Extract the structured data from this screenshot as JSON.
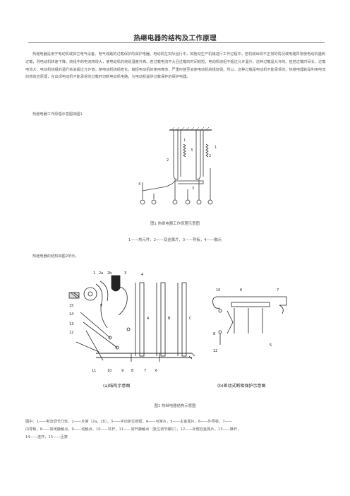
{
  "doc": {
    "title": "热继电器的结构及工作原理",
    "intro": "热继电器是用于电动机或其它电气设备、电气线路的过载保护的保护电器。电动机在实际运行中，如拖动生产机械进行工作过程中，若机械出现不正常的情况或电路异常使电动机遇到过载，则电动机转速下降、绕组中的电流将增大，使电动机的绕组温度升高。若过载电流不大且过载的时间较短，电动机绕组不超过允许温升，这种过载是允许的。但若过载时间长，过载电流大，电动机绕组的温升就会超过允许值，使电动机绕组老化，缩短电动机的使用寿命，严重时甚至会使电动机绕组烧毁。所以，这种过载是电动机不能承受的。热继电器就是利用电流的热效应原理，在出现电动机不能承受的过载时切断电动机电路，为电动机提供过载保护的保护电器。",
    "fig1_intro": "热继电器工作原理示意图如图1",
    "fig1_caption": "图1  热继电器工作原理示意图",
    "fig1_legend": "1——热元件，2——双金属片，3——导板，4——触点",
    "fig2_intro": "热继电器的结构如图2所示。",
    "fig2_caption": "图1  热继电器结构示意图",
    "fig2_legend_line1": "图中：1——电流调节凸轮，2——片簧（2a，2b），3——手动复位按钮，4——弓簧片，5——主金属片，6——外导板，7——",
    "fig2_legend_line2": "内导板，8——常闭静触点，9——动触点，10——杠杆，11——常开静触点（复位调节螺钉），12——补偿双金属片，13——推杆，",
    "fig2_legend_line3": "14——连杆，15——压簧"
  },
  "fig1": {
    "labels": [
      "1",
      "2",
      "3",
      "1",
      "2",
      "3",
      "4"
    ]
  },
  "fig2": {
    "left_labels_top": [
      "1",
      "2a",
      "2b",
      "3",
      "4"
    ],
    "left_labels_side": [
      "15",
      "14",
      "13",
      "12"
    ],
    "left_labels_bottom": [
      "11",
      "10",
      "9",
      "8",
      "7",
      "6"
    ],
    "left_inner": [
      "P",
      "A",
      "B",
      "C"
    ],
    "left_caption": "(a)结构示意图",
    "right_labels": [
      "10",
      "6",
      "7",
      "8",
      "12",
      "5"
    ],
    "right_caption": "(b)差动式断相保护示意图"
  }
}
